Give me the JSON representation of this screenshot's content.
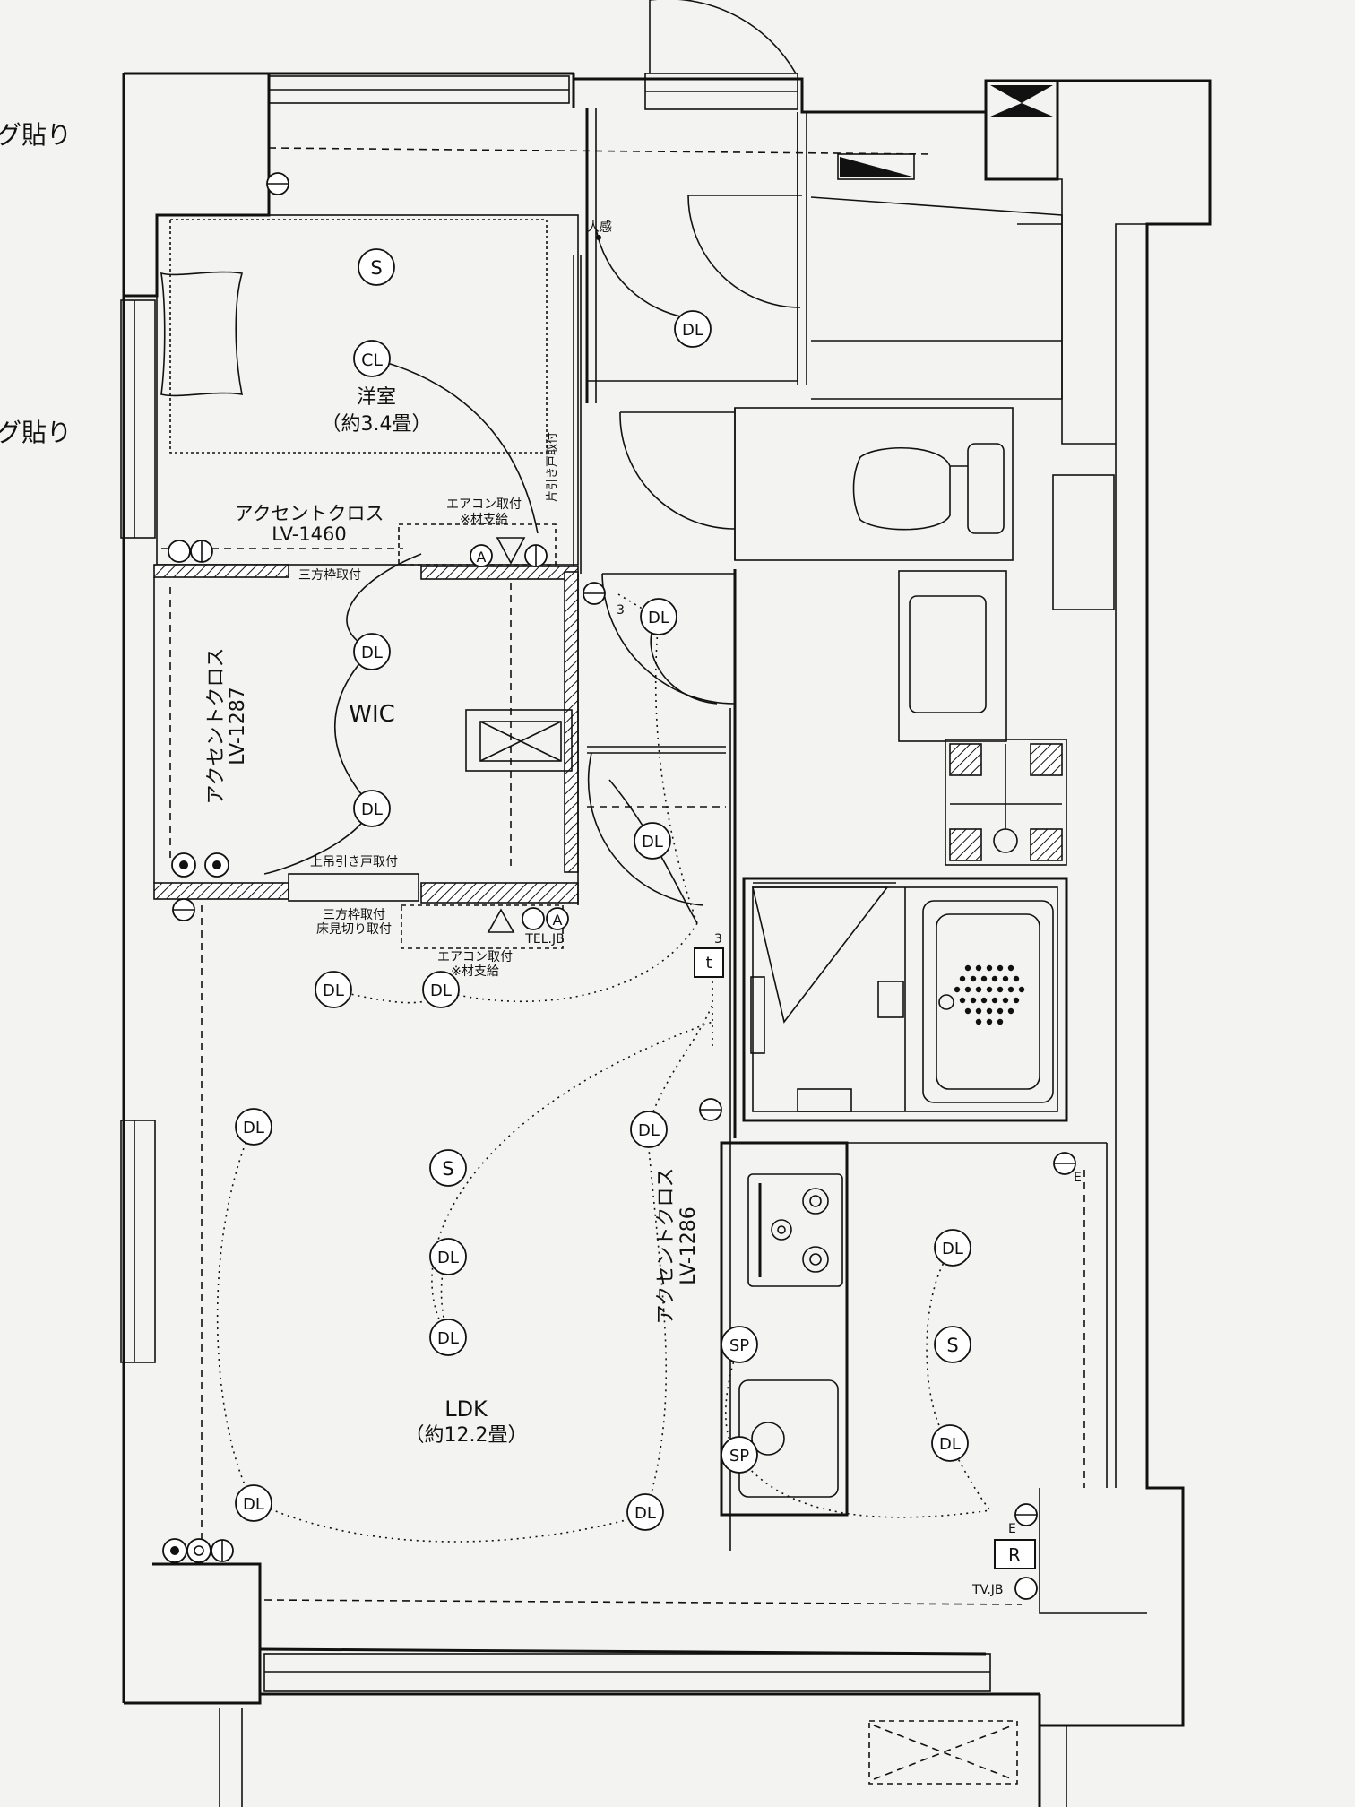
{
  "margin_notes": [
    "グ貼り",
    "グ貼り"
  ],
  "rooms": {
    "bedroom": {
      "name": "洋室",
      "area": "（約3.4畳）"
    },
    "wic": {
      "name": "WIC"
    },
    "ldk": {
      "name": "LDK",
      "area": "（約12.2畳）"
    }
  },
  "annotations": {
    "accent_cross_1": {
      "title": "アクセントクロス",
      "code": "LV-1460"
    },
    "accent_cross_2": {
      "title": "アクセントクロス",
      "code": "LV-1287"
    },
    "accent_cross_3": {
      "title": "アクセントクロス",
      "code": "LV-1286"
    },
    "aircon_1": {
      "line1": "エアコン取付",
      "line2": "※材支給"
    },
    "aircon_2": {
      "line1": "エアコン取付",
      "line2": "※材支給"
    },
    "sanpou_waku_1": "三方枠取付",
    "sanpou_waku_2": "三方枠取付",
    "yuka_mikiri": "床見切り取付",
    "uetsuri_door": "上吊引き戸取付",
    "kata_hikido": "片引き戸取付",
    "jinkan": "人感",
    "tel_jb": "TEL.JB",
    "tv_jb": "TV.JB"
  },
  "fixtures": {
    "light_S": "S",
    "light_CL": "CL",
    "light_DL": "DL",
    "speaker_SP": "SP",
    "outlet_A": "A",
    "thermo_t": "t",
    "remote_R": "R",
    "circuit_3": "3",
    "earth_E": "E"
  }
}
